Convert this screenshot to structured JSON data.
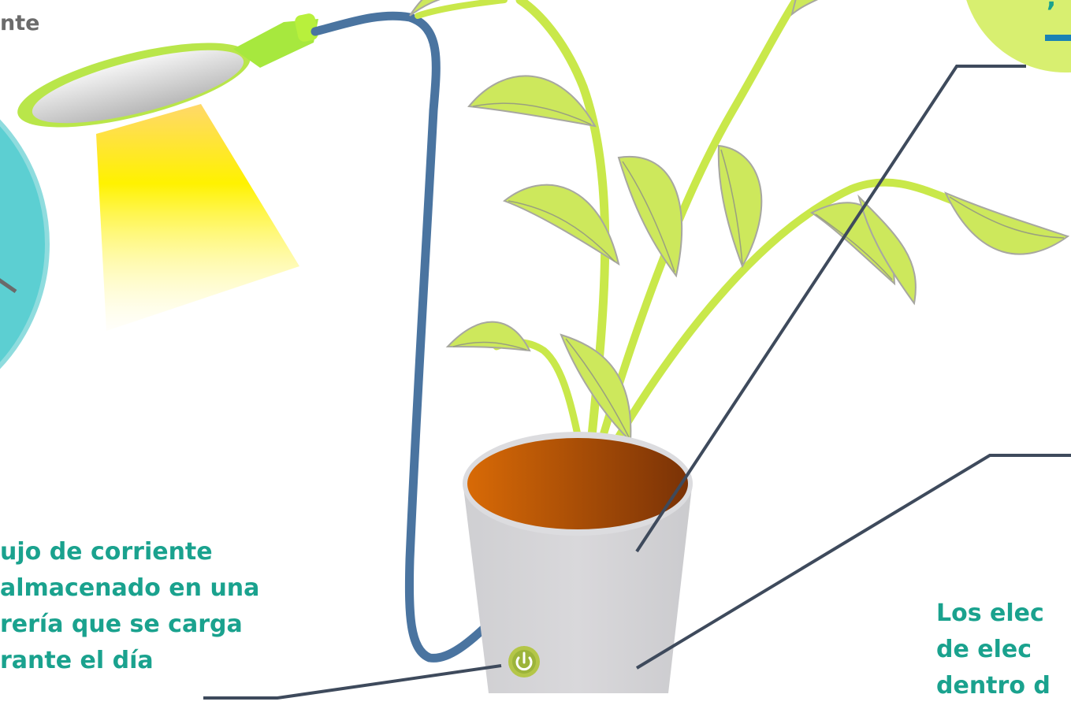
{
  "labels": {
    "top_left": "nte",
    "left_caption": [
      "ujo de corriente",
      "almacenado en una",
      "rería que se carga",
      "rante el día"
    ],
    "right_caption": [
      "Los elec",
      "de elec",
      "dentro d"
    ]
  },
  "icons": {
    "power": "power-icon"
  },
  "colors": {
    "caption": "#1aa28e",
    "leaf": "#cde85c",
    "stem": "#c9e84a",
    "cable": "#4a74a0",
    "pointer_line": "#3e4a5c",
    "pot": "#d6d5d8",
    "soil": "#c35a08",
    "clock_face": "#5ccfd2",
    "light_beam": "#ffef00",
    "sun_badge": "#d6ef6e"
  }
}
